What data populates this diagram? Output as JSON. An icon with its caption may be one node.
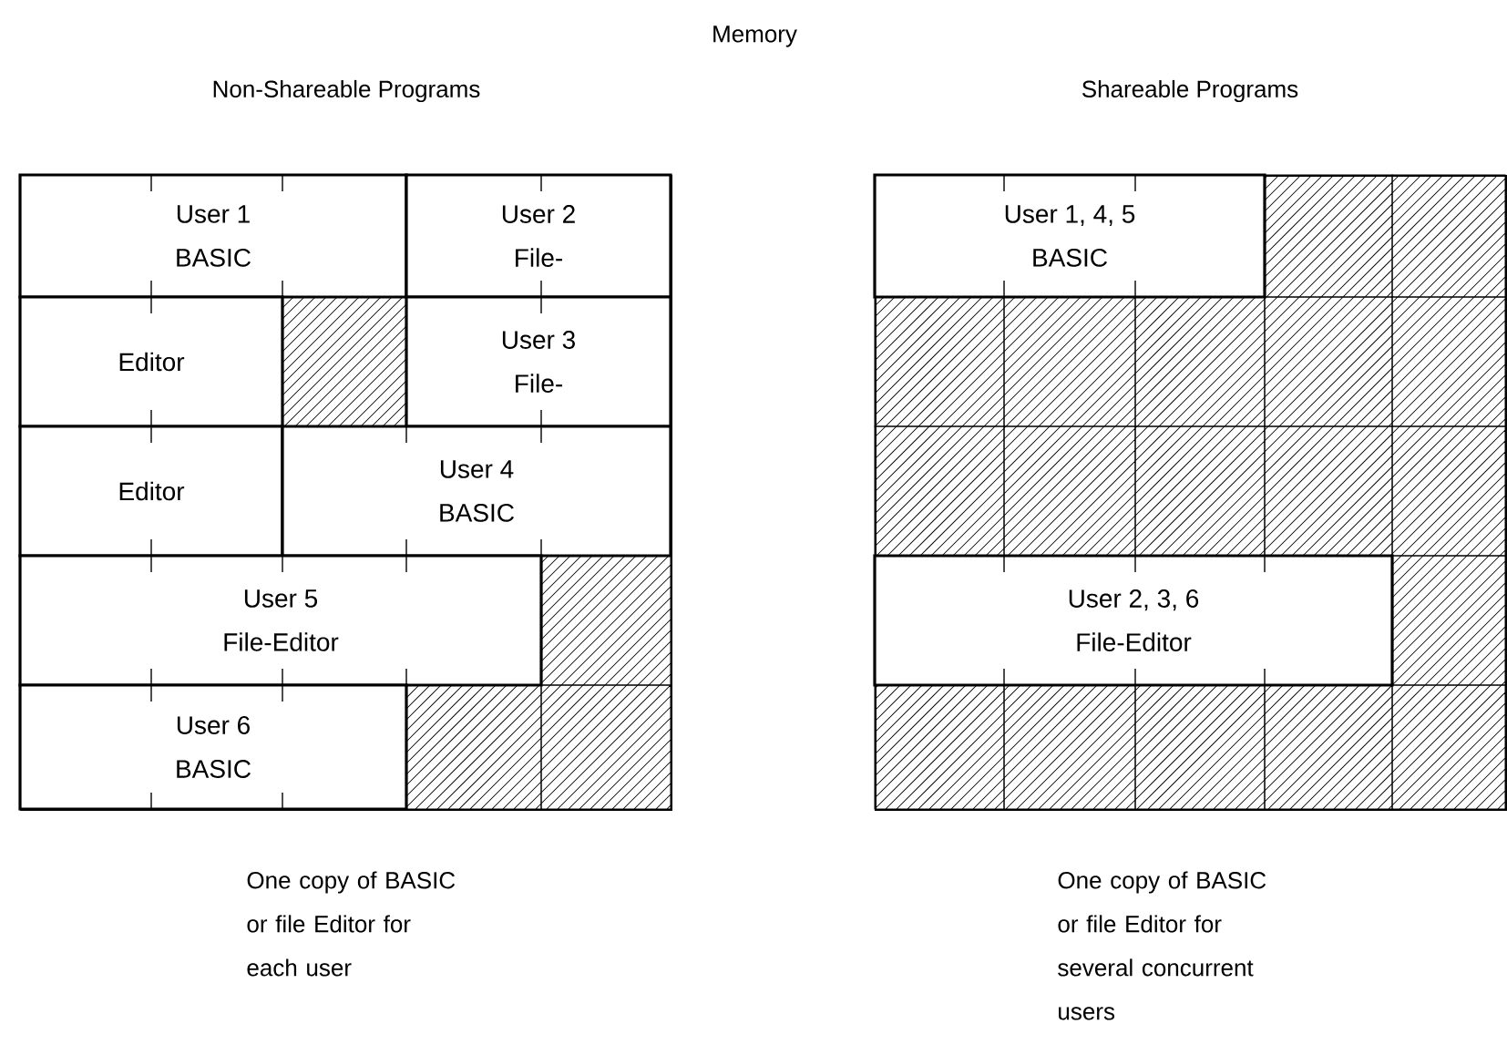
{
  "diagram": {
    "title": "Memory",
    "nodes": [
      {
        "text": [],
        "shape": "box"
      },
      {
        "text": [
          "User 1",
          "BASIC"
        ],
        "in": 0
      },
      {
        "text": [
          "User 2",
          "File-"
        ],
        "in": 0
      },
      {
        "text": [
          "Editor"
        ],
        "in": 0
      },
      {
        "text": [
          "User 3",
          "File-"
        ],
        "in": 0
      },
      {
        "text": [
          "Editor"
        ],
        "in": 0
      },
      {
        "text": [
          "User 4",
          "BASIC"
        ],
        "in": 0
      },
      {
        "text": [
          "User 5",
          "File-Editor"
        ],
        "in": 0
      },
      {
        "text": [
          "User 6",
          "BASIC"
        ],
        "in": 0
      },
      {
        "text": [],
        "shape": "box"
      },
      {
        "text": [
          "User 1, 4, 5",
          "BASIC"
        ],
        "in": 9
      },
      {
        "text": [
          "User 2, 3, 6",
          "File-Editor"
        ],
        "in": 9
      }
    ],
    "labels": [
      "Non-Shareable Programs",
      "Shareable Programs",
      "One copy of BASIC or file Editor for each user",
      "One copy of BASIC or file Editor for several concurrent users"
    ]
  }
}
